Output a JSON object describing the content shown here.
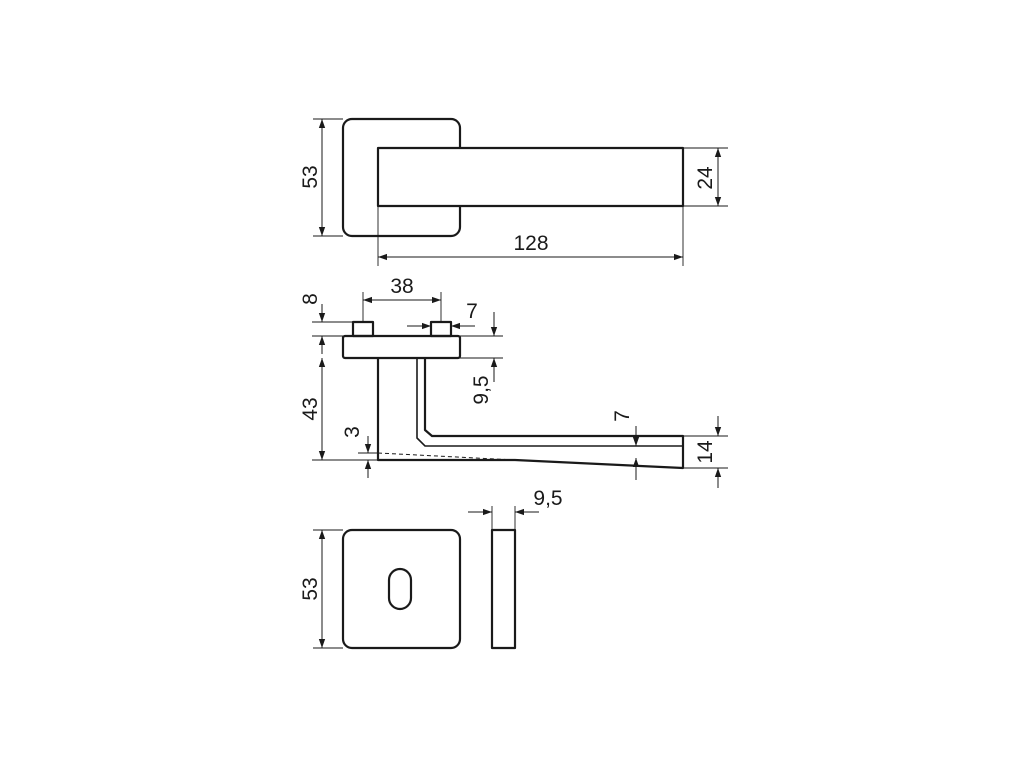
{
  "dimensions": {
    "top_rose_height": "53",
    "lever_height": "24",
    "lever_length": "128",
    "pin_spacing": "38",
    "pin_height": "8",
    "pin_width": "7",
    "rose_height": "43",
    "rose_offset": "9,5",
    "lever_drop": "3",
    "lever_tip_offset": "7",
    "lever_tip_height": "14",
    "escutcheon_thickness": "9,5",
    "escutcheon_height": "53"
  },
  "colors": {
    "line": "#1a1a1a",
    "background": "#ffffff"
  }
}
